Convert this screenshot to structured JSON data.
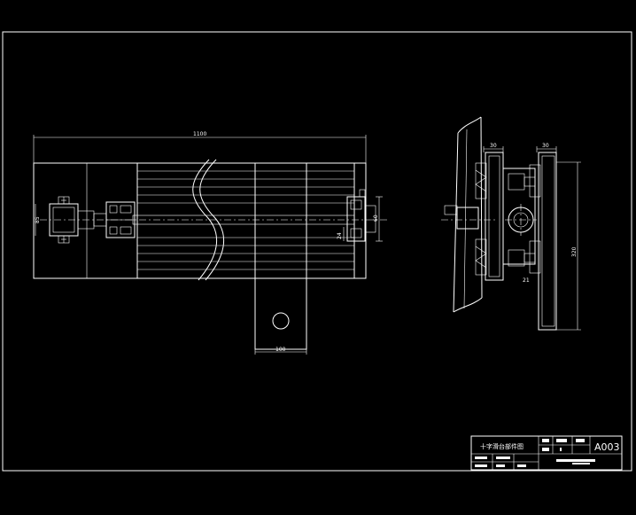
{
  "drawing": {
    "left_view": {
      "dim_length": "1100",
      "dim_width": "100",
      "dim_left_small": "85",
      "dim_right_a": "60",
      "dim_right_b": "24"
    },
    "right_view": {
      "dim_top_a": "30",
      "dim_top_b": "30",
      "dim_height": "320",
      "dim_small": "21"
    },
    "title_block": {
      "title": "十字滑台部件图",
      "drawing_number": "A003"
    }
  }
}
